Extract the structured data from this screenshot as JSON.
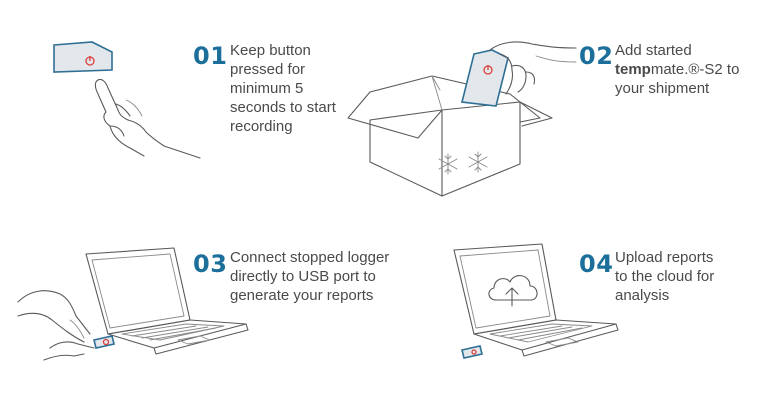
{
  "steps": [
    {
      "number": "01",
      "lines": [
        "Keep button",
        "pressed for",
        "minimum 5",
        "seconds to start",
        "recording"
      ]
    },
    {
      "number": "02",
      "line1": "Add started",
      "brand_bold": "temp",
      "brand_rest": "mate.®-S2 to",
      "line3": "your shipment"
    },
    {
      "number": "03",
      "lines": [
        "Connect stopped logger",
        "directly to USB port to",
        "generate your reports"
      ]
    },
    {
      "number": "04",
      "lines": [
        "Upload reports",
        "to the cloud for",
        "analysis"
      ]
    }
  ],
  "icons": [
    "device-press-icon",
    "hand-icon",
    "box-icon",
    "snowflake-icon",
    "laptop-icon",
    "cloud-upload-icon"
  ],
  "colors": {
    "number": "#1b6f9a",
    "text": "#4a4a4a",
    "device_outline": "#2f6f95",
    "button": "#d9403a",
    "line_art": "#5a5a5a"
  }
}
